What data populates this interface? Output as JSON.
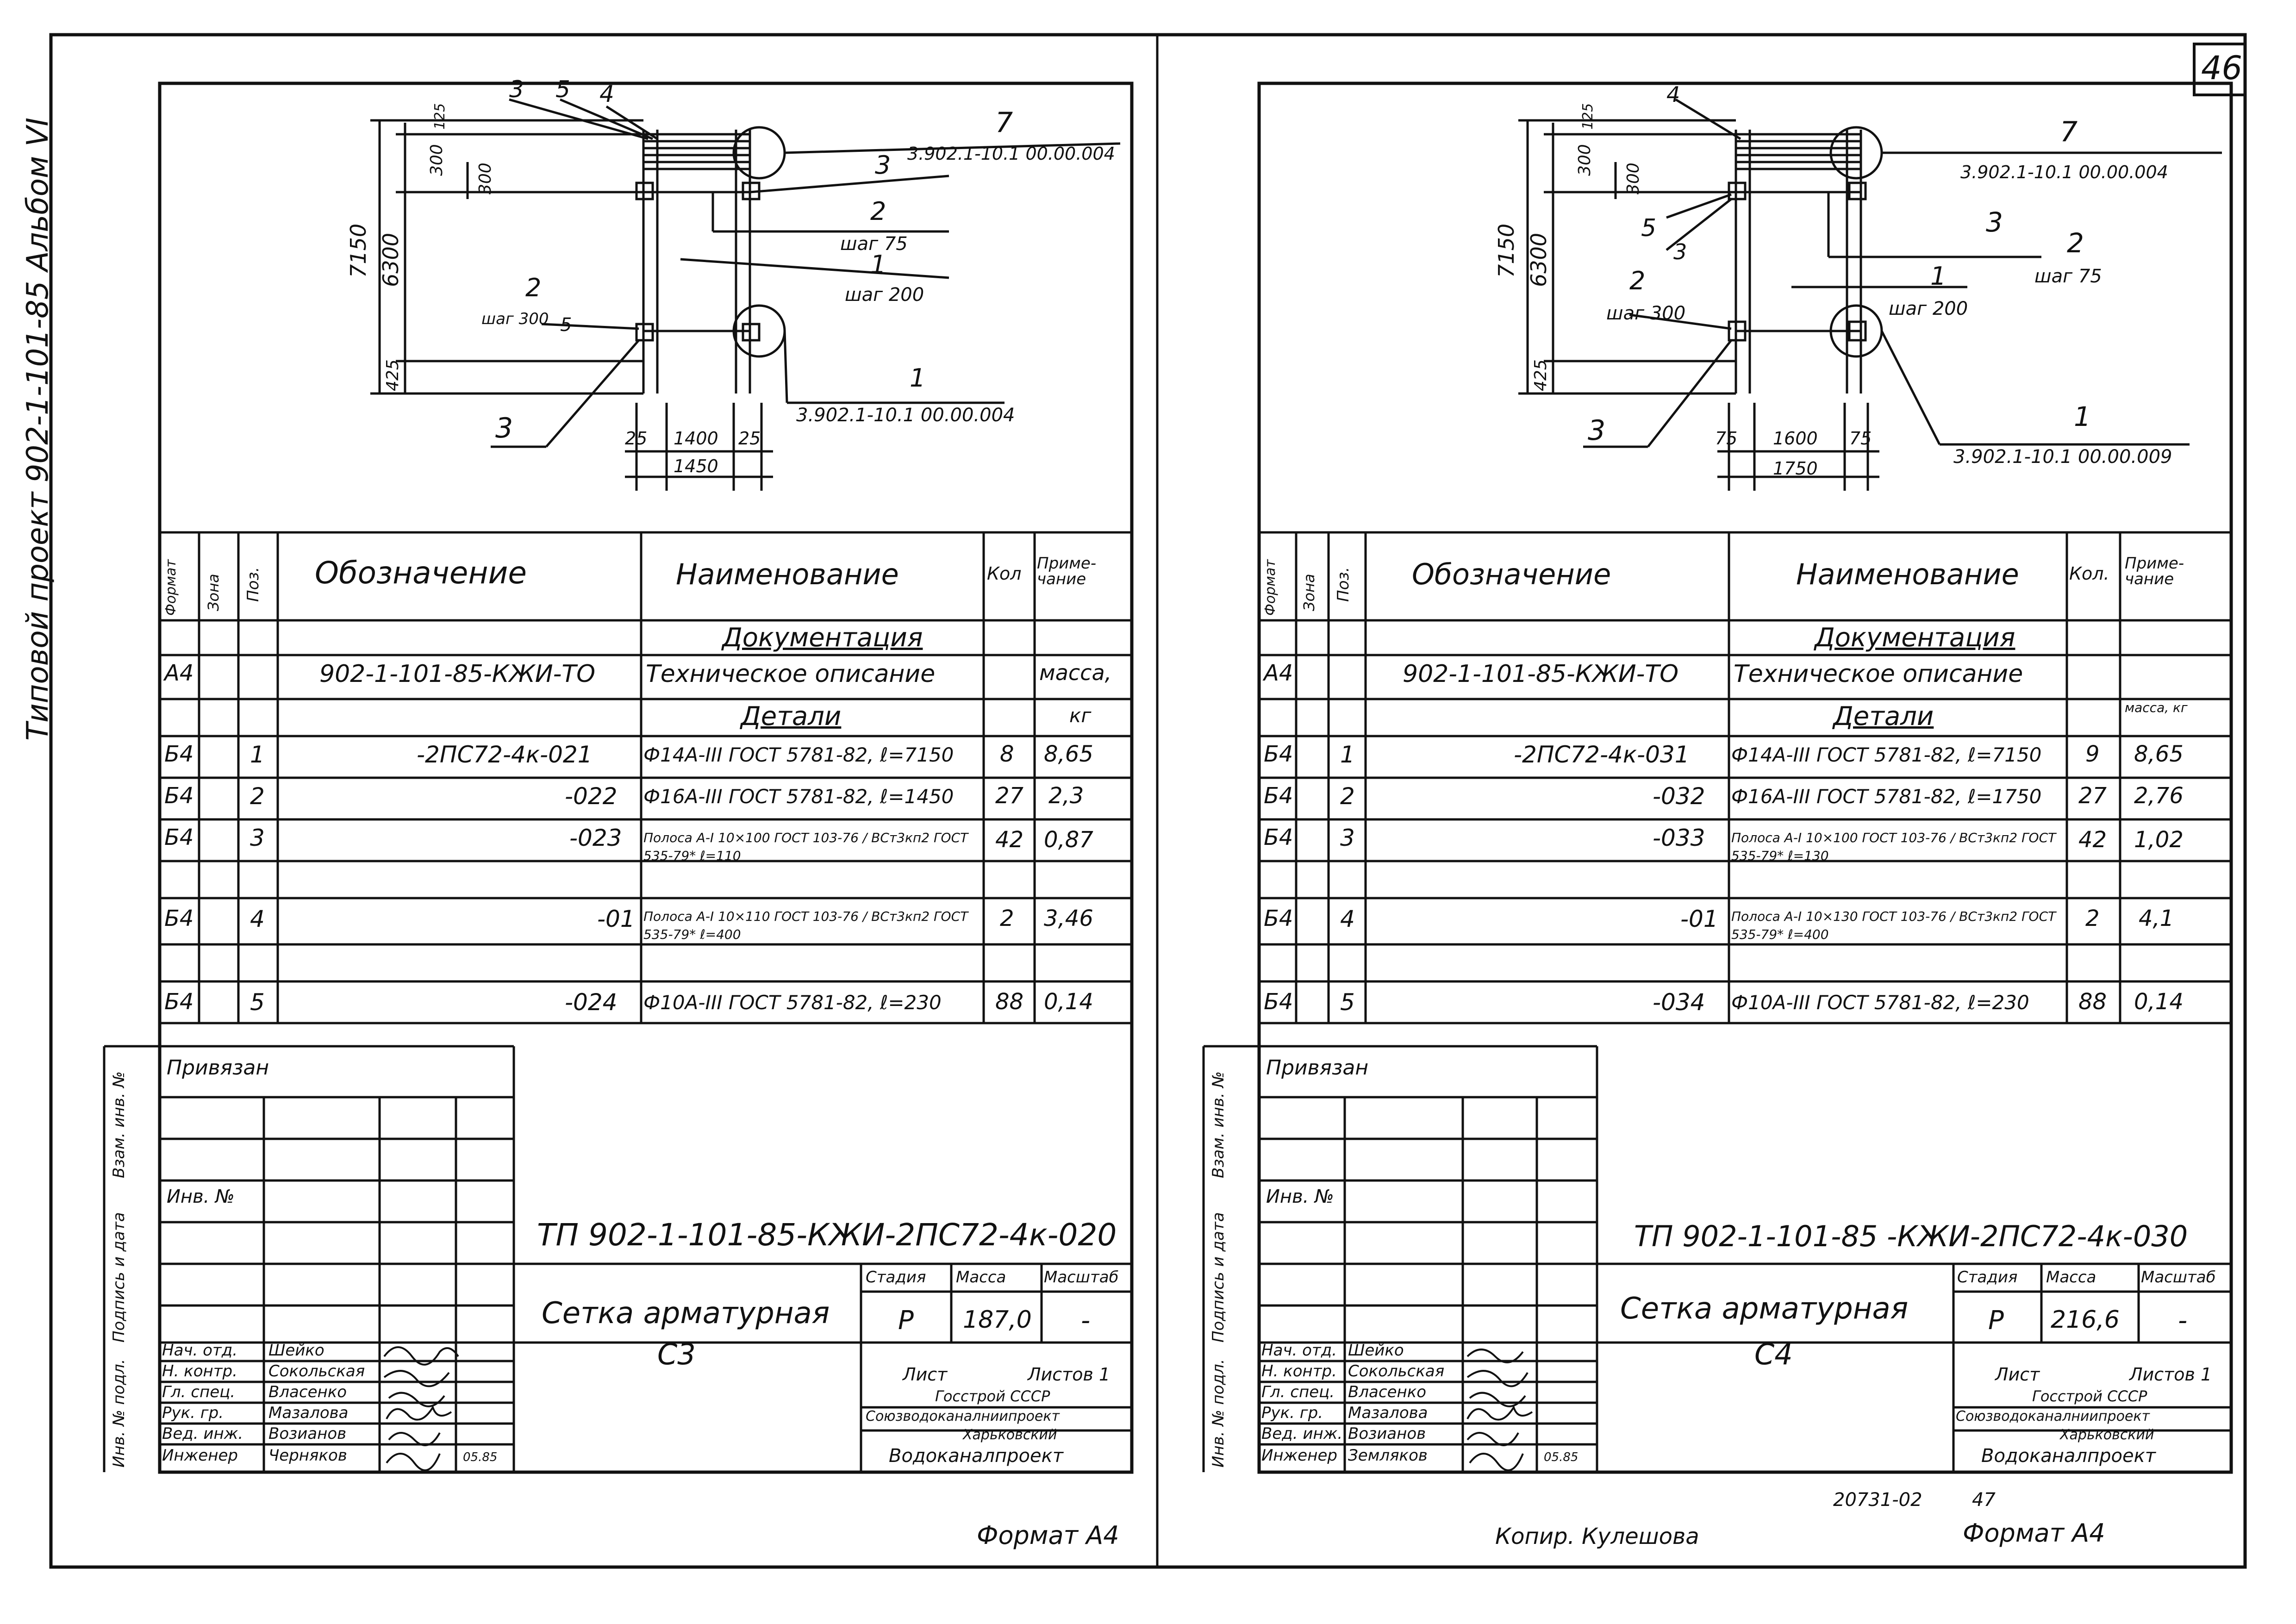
{
  "page_number": "46",
  "side_caption": "Типовой проект 902-1-101-85 Альбом VI",
  "bottom_notes": {
    "right_code": "20731-02",
    "right_number": "47",
    "copied_by": "Копир. Кулешова",
    "format_left": "Формат А4",
    "format_right": "Формат А4"
  },
  "sheets": [
    {
      "drawing": {
        "dims": {
          "total": "7150",
          "upper": "300",
          "mid": "6300",
          "lower": "425",
          "top_small": "125",
          "inner": "300",
          "left_margin": "25",
          "span": "1400",
          "right_margin": "25",
          "overall_width": "1450"
        },
        "callouts": {
          "c3": "3",
          "c5": "5",
          "c4": "4",
          "c7": "7",
          "ref_top": "3.902.1-10.1 00.00.004",
          "c3r": "3",
          "c2r": "2",
          "step75": "шаг 75",
          "c1r": "1",
          "step200": "шаг 200",
          "c2l": "2",
          "step300": "шаг 300",
          "c5l": "5",
          "c1b": "1",
          "ref_bottom": "3.902.1-10.1 00.00.004",
          "c3b": "3"
        }
      },
      "table": {
        "headers": {
          "format": "Формат",
          "zone": "Зона",
          "pos": "Поз.",
          "designation": "Обозначение",
          "name": "Наименование",
          "qty": "Кол",
          "note": "Приме-чание"
        },
        "section_doc": "Документация",
        "doc_row": {
          "format": "А4",
          "designation": "902-1-101-85-КЖИ-ТО",
          "name": "Техническое описание",
          "note": "масса,"
        },
        "section_parts": "Детали",
        "parts_unit": "кг",
        "rows": [
          {
            "format": "Б4",
            "pos": "1",
            "designation": "-2ПС72-4к-021",
            "name": "Ф14А-III ГОСТ 5781-82, ℓ=7150",
            "qty": "8",
            "note": "8,65"
          },
          {
            "format": "Б4",
            "pos": "2",
            "designation": "-022",
            "name": "Ф16А-III ГОСТ 5781-82, ℓ=1450",
            "qty": "27",
            "note": "2,3"
          },
          {
            "format": "Б4",
            "pos": "3",
            "designation": "-023",
            "name": "Полоса А-I 10×100 ГОСТ 103-76 / ВСт3кп2 ГОСТ 535-79* ℓ=110",
            "qty": "42",
            "note": "0,87"
          },
          {
            "format": "Б4",
            "pos": "4",
            "designation": "-01",
            "name": "Полоса А-I 10×110 ГОСТ 103-76 / ВСт3кп2 ГОСТ 535-79* ℓ=400",
            "qty": "2",
            "note": "3,46"
          },
          {
            "format": "Б4",
            "pos": "5",
            "designation": "-024",
            "name": "Ф10А-III ГОСТ 5781-82, ℓ=230",
            "qty": "88",
            "note": "0,14"
          }
        ]
      },
      "stamp": {
        "privyazan": "Привязан",
        "inv_no": "Инв. №",
        "side_labels": [
          "Взам. инв. №",
          "Подпись и дата",
          "Инв. № подл."
        ],
        "code": "ТП 902-1-101-85-КЖИ-2ПС72-4к-020",
        "title": "Сетка арматурная",
        "subtitle": "С3",
        "stage_label": "Стадия",
        "mass_label": "Масса",
        "scale_label": "Масштаб",
        "stage": "Р",
        "mass": "187,0",
        "scale": "-",
        "sheet_label": "Лист",
        "sheets_label": "Листов 1",
        "org": [
          "Госстрой СССР",
          "Союзводоканалниипроект",
          "Харьковский",
          "Водоканалпроект"
        ],
        "people": [
          {
            "role": "Нач. отд.",
            "name": "Шейко"
          },
          {
            "role": "Н. контр.",
            "name": "Сокольская"
          },
          {
            "role": "Гл. спец.",
            "name": "Власенко"
          },
          {
            "role": "Рук. гр.",
            "name": "Мазалова"
          },
          {
            "role": "Вед. инж.",
            "name": "Возианов"
          },
          {
            "role": "Инженер",
            "name": "Черняков"
          }
        ],
        "date": "05.85"
      }
    },
    {
      "drawing": {
        "dims": {
          "total": "7150",
          "upper": "300",
          "mid": "6300",
          "lower": "425",
          "top_small": "125",
          "inner": "300",
          "left_margin": "75",
          "span": "1600",
          "right_margin": "75",
          "overall_width": "1750"
        },
        "callouts": {
          "c4": "4",
          "c7": "7",
          "ref_top": "3.902.1-10.1 00.00.004",
          "c5": "5",
          "c3a": "3",
          "c3r": "3",
          "c2r": "2",
          "step75": "шаг 75",
          "c2l": "2",
          "step300": "шаг 300",
          "c1r": "1",
          "step200": "шаг 200",
          "c1b": "1",
          "ref_bottom": "3.902.1-10.1 00.00.009",
          "c3b": "3"
        }
      },
      "table": {
        "headers": {
          "format": "Формат",
          "zone": "Зона",
          "pos": "Поз.",
          "designation": "Обозначение",
          "name": "Наименование",
          "qty": "Кол.",
          "note": "Приме-чание"
        },
        "section_doc": "Документация",
        "doc_row": {
          "format": "А4",
          "designation": "902-1-101-85-КЖИ-ТО",
          "name": "Техническое описание",
          "note": ""
        },
        "section_parts": "Детали",
        "parts_unit": "масса, кг",
        "rows": [
          {
            "format": "Б4",
            "pos": "1",
            "designation": "-2ПС72-4к-031",
            "name": "Ф14А-III ГОСТ 5781-82, ℓ=7150",
            "qty": "9",
            "note": "8,65"
          },
          {
            "format": "Б4",
            "pos": "2",
            "designation": "-032",
            "name": "Ф16А-III ГОСТ 5781-82, ℓ=1750",
            "qty": "27",
            "note": "2,76"
          },
          {
            "format": "Б4",
            "pos": "3",
            "designation": "-033",
            "name": "Полоса А-I 10×100 ГОСТ 103-76 / ВСт3кп2 ГОСТ 535-79* ℓ=130",
            "qty": "42",
            "note": "1,02"
          },
          {
            "format": "Б4",
            "pos": "4",
            "designation": "-01",
            "name": "Полоса А-I 10×130 ГОСТ 103-76 / ВСт3кп2 ГОСТ 535-79* ℓ=400",
            "qty": "2",
            "note": "4,1"
          },
          {
            "format": "Б4",
            "pos": "5",
            "designation": "-034",
            "name": "Ф10А-III ГОСТ 5781-82, ℓ=230",
            "qty": "88",
            "note": "0,14"
          }
        ]
      },
      "stamp": {
        "privyazan": "Привязан",
        "inv_no": "Инв. №",
        "side_labels": [
          "Взам. инв. №",
          "Подпись и дата",
          "Инв. № подл."
        ],
        "code": "ТП 902-1-101-85 -КЖИ-2ПС72-4к-030",
        "title": "Сетка арматурная",
        "subtitle": "С4",
        "stage_label": "Стадия",
        "mass_label": "Масса",
        "scale_label": "Масштаб",
        "stage": "Р",
        "mass": "216,6",
        "scale": "-",
        "sheet_label": "Лист",
        "sheets_label": "Листов 1",
        "org": [
          "Госстрой СССР",
          "Союзводоканалниипроект",
          "Харьковский",
          "Водоканалпроект"
        ],
        "people": [
          {
            "role": "Нач. отд.",
            "name": "Шейко"
          },
          {
            "role": "Н. контр.",
            "name": "Сокольская"
          },
          {
            "role": "Гл. спец.",
            "name": "Власенко"
          },
          {
            "role": "Рук. гр.",
            "name": "Мазалова"
          },
          {
            "role": "Вед. инж.",
            "name": "Возианов"
          },
          {
            "role": "Инженер",
            "name": "Земляков"
          }
        ],
        "date": "05.85"
      }
    }
  ]
}
